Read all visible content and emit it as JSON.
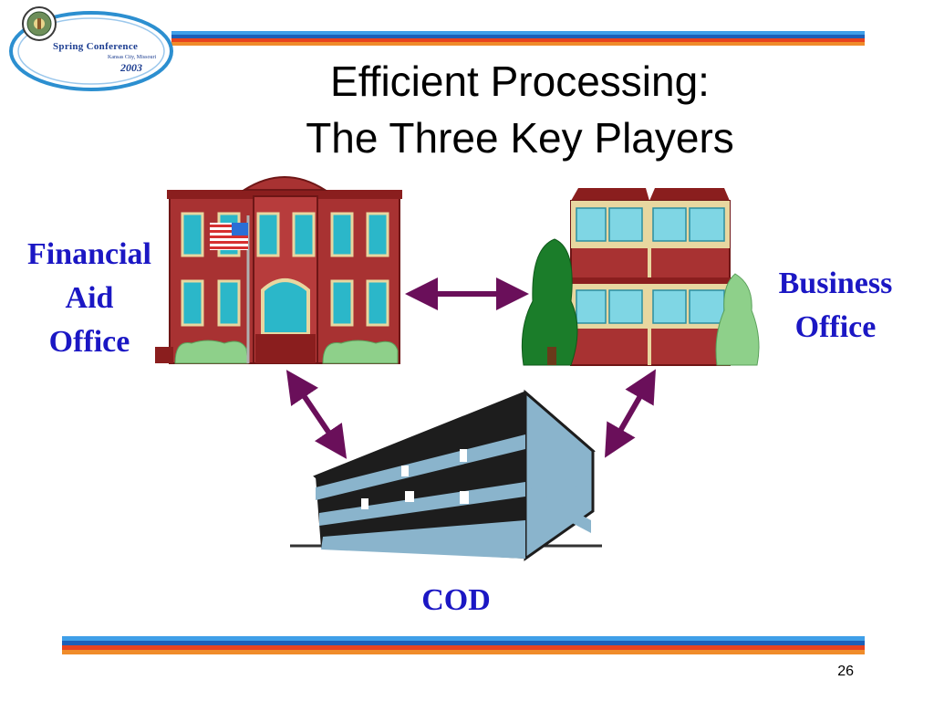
{
  "logo": {
    "title": "Spring Conference",
    "location": "Kansas City, Missouri",
    "year": "2003"
  },
  "title": {
    "line1": "Efficient Processing:",
    "line2": "The Three Key Players"
  },
  "nodes": {
    "financial_aid_office": {
      "line1": "Financial",
      "line2": "Aid",
      "line3": "Office",
      "icon": "school-building-icon"
    },
    "business_office": {
      "line1": "Business",
      "line2": "Office",
      "icon": "brick-office-building-icon"
    },
    "cod": {
      "label": "COD",
      "icon": "office-tower-icon"
    }
  },
  "connections": [
    {
      "from": "Financial Aid Office",
      "to": "Business Office",
      "type": "bidirectional"
    },
    {
      "from": "Financial Aid Office",
      "to": "COD",
      "type": "bidirectional"
    },
    {
      "from": "Business Office",
      "to": "COD",
      "type": "bidirectional"
    }
  ],
  "colors": {
    "label_blue": "#1b17c4",
    "arrow_purple": "#6a0f5a",
    "stripe_blue": "#2a7fd6",
    "stripe_red": "#e03a1c"
  },
  "slide_number": "26"
}
